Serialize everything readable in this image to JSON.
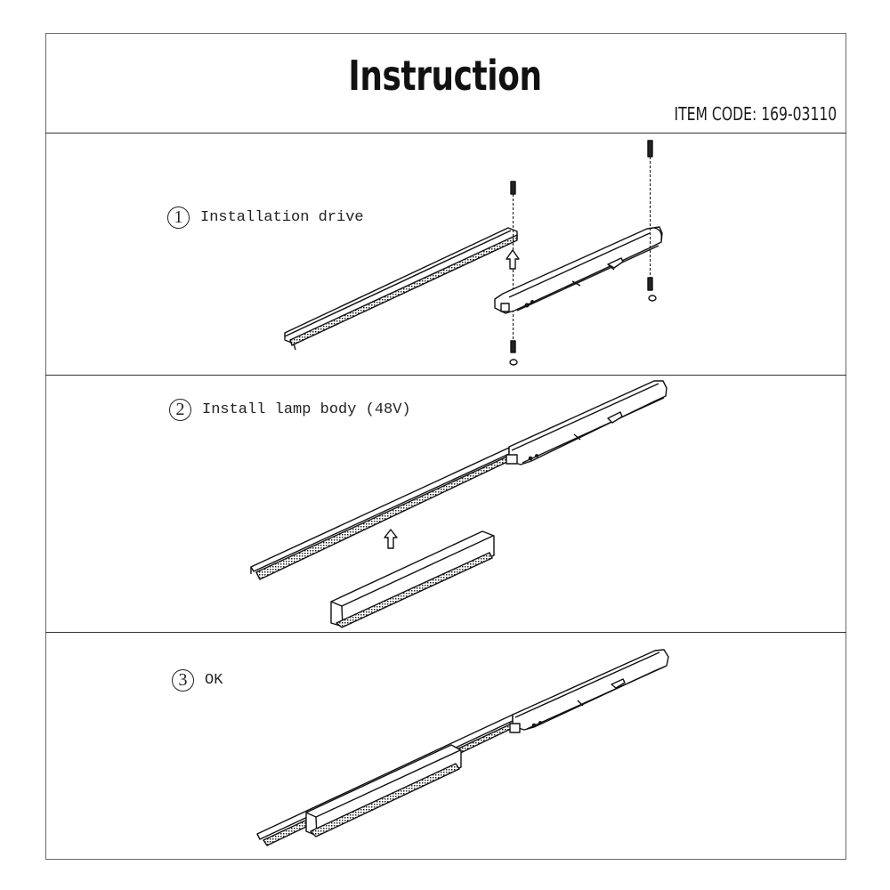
{
  "header": {
    "title": "Instruction",
    "item_code": "ITEM CODE: 169-03110"
  },
  "steps": [
    {
      "number": "1",
      "label": "Installation drive",
      "illustration": "track-rail-and-driver-mounting-with-screws"
    },
    {
      "number": "2",
      "label": "Install lamp body (48V)",
      "illustration": "lamp-body-inserted-into-track"
    },
    {
      "number": "3",
      "label": "OK",
      "illustration": "assembled-track-with-lamp-body"
    }
  ],
  "colors": {
    "frame": "#6b6b6b",
    "divider": "#333333",
    "text": "#111111",
    "line_art": "#111111"
  }
}
